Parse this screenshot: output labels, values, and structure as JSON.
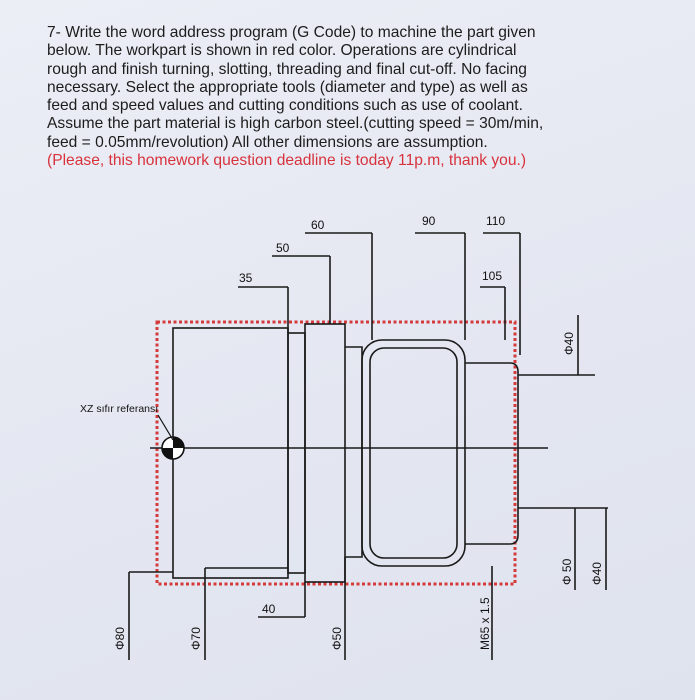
{
  "question": {
    "lines": [
      "7- Write the word address program (G Code) to machine the part given",
      "below. The workpart is shown in red color. Operations are cylindrical",
      "rough and finish turning, slotting, threading and final cut-off. No facing",
      "necessary. Select the appropriate tools (diameter and type) as well as",
      "feed and speed values and cutting conditions such as use of coolant.",
      "Assume the part material is high carbon steel.(cutting speed  = 30m/min,",
      "feed = 0.05mm/revolution) All other dimensions are assumption."
    ],
    "note": "(Please, this homework question deadline is today 11p.m, thank you.)"
  },
  "drawing": {
    "reference_label": "XZ sıfır referansı",
    "length_dims": {
      "d35": "35",
      "d40": "40",
      "d50": "50",
      "d60": "60",
      "d90": "90",
      "d105": "105",
      "d110": "110"
    },
    "diameter_dims": {
      "phi80": "Φ80",
      "phi70": "Φ70",
      "phi50_bottom": "Φ50",
      "thread": "M65 x 1.5",
      "phi50_right": "Φ 50",
      "phi40_right": "Φ40",
      "phi40_top": "Φ40"
    },
    "colors": {
      "workpart_outline": "#d43a3a",
      "lines": "#1a1a1a",
      "note_text": "#d8323c"
    }
  }
}
